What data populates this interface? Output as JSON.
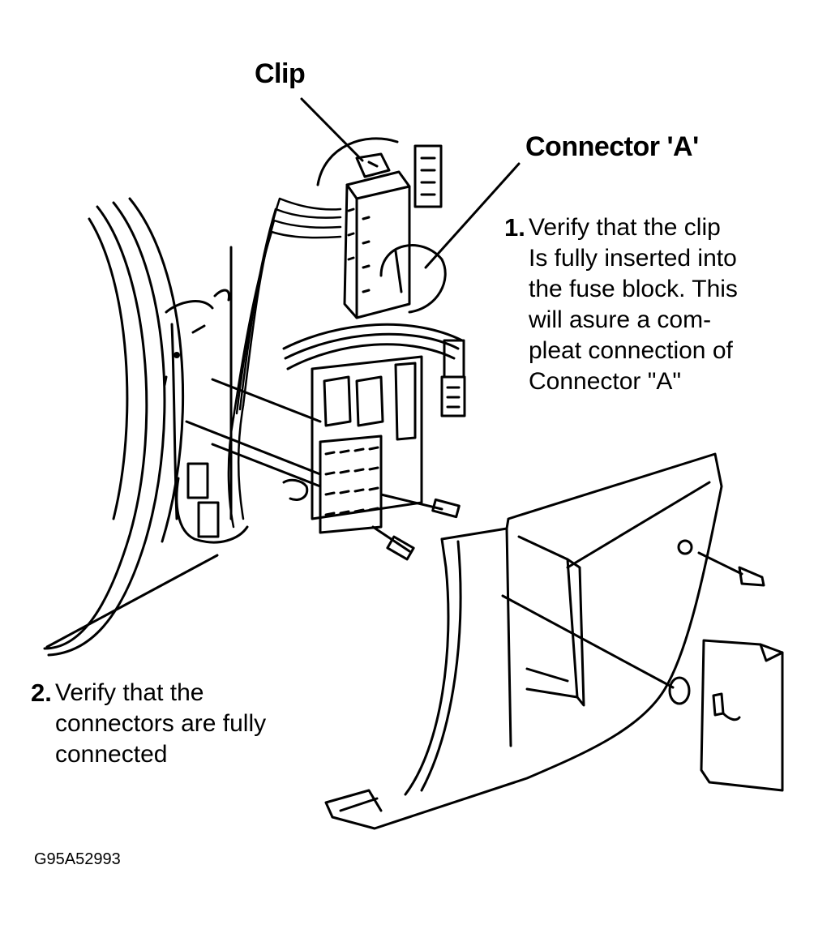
{
  "callouts": {
    "clip": "Clip",
    "connector_a": "Connector 'A'"
  },
  "notes": [
    {
      "number": "1.",
      "lines": [
        "Verify that the clip",
        "Is fully inserted into",
        "the fuse block. This",
        "will asure a com-",
        "pleat connection of",
        "Connector \"A\""
      ]
    },
    {
      "number": "2.",
      "lines": [
        "Verify that the",
        "connectors are fully",
        "connected"
      ]
    }
  ],
  "figure_id": "G95A52993",
  "colors": {
    "ink": "#000000",
    "paper": "#ffffff"
  }
}
